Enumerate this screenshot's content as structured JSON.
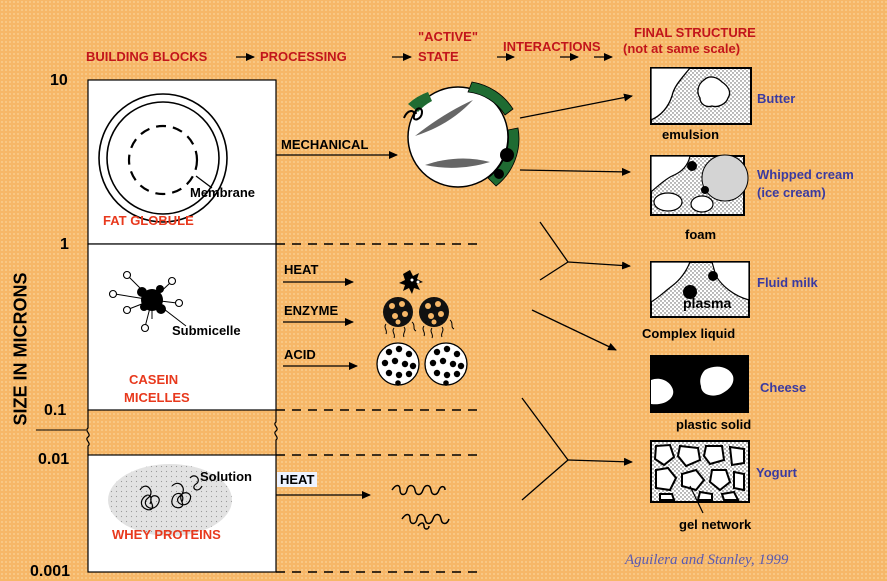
{
  "header": {
    "building_blocks": "BUILDING BLOCKS",
    "processing": "PROCESSING",
    "active_line1": "\"ACTIVE\"",
    "active_line2": "STATE",
    "interactions": "INTERACTIONS",
    "final_line1": "FINAL STRUCTURE",
    "final_line2": "(not at same scale)"
  },
  "y_axis": {
    "label": "SIZE IN MICRONS",
    "ticks": [
      "10",
      "1",
      "0.1",
      "0.01",
      "0.001"
    ]
  },
  "building_blocks": {
    "fat_globule": "FAT GLOBULE",
    "membrane": "Membrane",
    "submicelle": "Submicelle",
    "casein_line1": "CASEIN",
    "casein_line2": "MICELLES",
    "solution": "Solution",
    "whey_proteins": "WHEY PROTEINS"
  },
  "processes": {
    "mechanical": "MECHANICAL",
    "heat": "HEAT",
    "enzyme": "ENZYME",
    "acid": "ACID",
    "heat_whey": "HEAT"
  },
  "final_structures": [
    {
      "name": "Butter",
      "caption": "emulsion"
    },
    {
      "name_line1": "Whipped cream",
      "name_line2": "(ice cream)",
      "caption": "foam"
    },
    {
      "name": "Fluid milk",
      "inner": "plasma",
      "caption": "Complex liquid"
    },
    {
      "name": "Cheese",
      "caption": "plastic solid"
    },
    {
      "name": "Yogurt",
      "caption": "gel network"
    }
  ],
  "citation": "Aguilera and Stanley, 1999",
  "colors": {
    "background": "#f6b768",
    "header_text": "#c2151b",
    "block_label": "#e8391d",
    "structure_name": "#3a3aa0",
    "membrane_green": "#1f6b32"
  }
}
